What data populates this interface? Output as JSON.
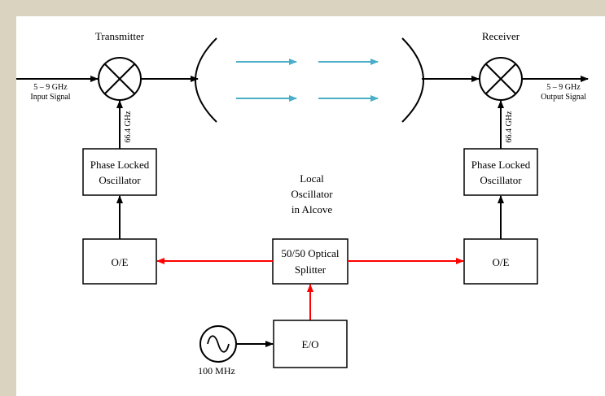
{
  "diagram": {
    "transmitter": "Transmitter",
    "receiver": "Receiver",
    "input_signal": {
      "freq": "5 – 9 GHz",
      "name": "Input Signal"
    },
    "output_signal": {
      "freq": "5 – 9 GHz",
      "name": "Output Signal"
    },
    "lo_frequency_tx": "66.4 GHz",
    "lo_frequency_rx": "66.4 GHz",
    "plo_left": {
      "line1": "Phase Locked",
      "line2": "Oscillator"
    },
    "plo_right": {
      "line1": "Phase Locked",
      "line2": "Oscillator"
    },
    "local_oscillator": {
      "line1": "Local",
      "line2": "Oscillator",
      "line3": "in Alcove"
    },
    "oe_left": "O/E",
    "oe_right": "O/E",
    "splitter": {
      "line1": "50/50 Optical",
      "line2": "Splitter"
    },
    "eo": "E/O",
    "source_freq": "100 MHz",
    "colors": {
      "optical_link": "#ff0000",
      "beam": "#4aaec8",
      "frame_background": "#d9d3bf"
    },
    "icons": [
      "mixer-icon",
      "sine-source-icon"
    ]
  }
}
